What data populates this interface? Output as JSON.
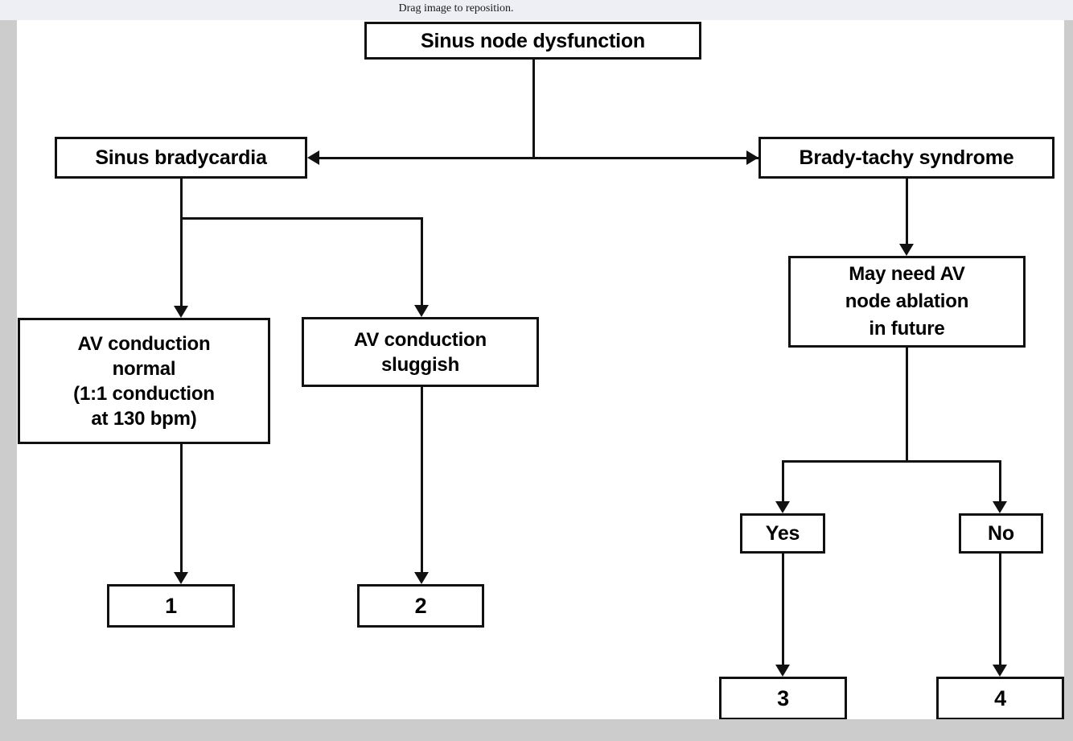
{
  "banner": {
    "text": "Drag image to reposition."
  },
  "colors": {
    "banner_background": "#edeff4",
    "frame_background": "#cccccc",
    "canvas_background": "#ffffff",
    "stroke": "#111111",
    "text": "#000000"
  },
  "chart_data": {
    "type": "diagram",
    "title": "Sinus node dysfunction decision tree",
    "nodes": [
      {
        "id": "root",
        "label": "Sinus node dysfunction"
      },
      {
        "id": "brady",
        "label": "Sinus bradycardia"
      },
      {
        "id": "bradytach",
        "label": "Brady-tachy syndrome"
      },
      {
        "id": "avnormal",
        "label": "AV conduction\nnormal\n(1:1 conduction\nat 130 bpm)"
      },
      {
        "id": "avslug",
        "label": "AV conduction\nsluggish"
      },
      {
        "id": "ablation",
        "label": "May need AV\nnode ablation\nin future"
      },
      {
        "id": "yes",
        "label": "Yes"
      },
      {
        "id": "no",
        "label": "No"
      },
      {
        "id": "out1",
        "label": "1"
      },
      {
        "id": "out2",
        "label": "2"
      },
      {
        "id": "out3",
        "label": "3"
      },
      {
        "id": "out4",
        "label": "4"
      }
    ],
    "edges": [
      {
        "from": "root",
        "to": "brady",
        "arrow": "left"
      },
      {
        "from": "root",
        "to": "bradytach",
        "arrow": "right"
      },
      {
        "from": "brady",
        "to": "avnormal",
        "arrow": "down"
      },
      {
        "from": "brady",
        "to": "avslug",
        "arrow": "down"
      },
      {
        "from": "bradytach",
        "to": "ablation",
        "arrow": "down"
      },
      {
        "from": "avnormal",
        "to": "out1",
        "arrow": "down"
      },
      {
        "from": "avslug",
        "to": "out2",
        "arrow": "down"
      },
      {
        "from": "ablation",
        "to": "yes",
        "arrow": "down"
      },
      {
        "from": "ablation",
        "to": "no",
        "arrow": "down"
      },
      {
        "from": "yes",
        "to": "out3",
        "arrow": "down"
      },
      {
        "from": "no",
        "to": "out4",
        "arrow": "down"
      }
    ]
  }
}
